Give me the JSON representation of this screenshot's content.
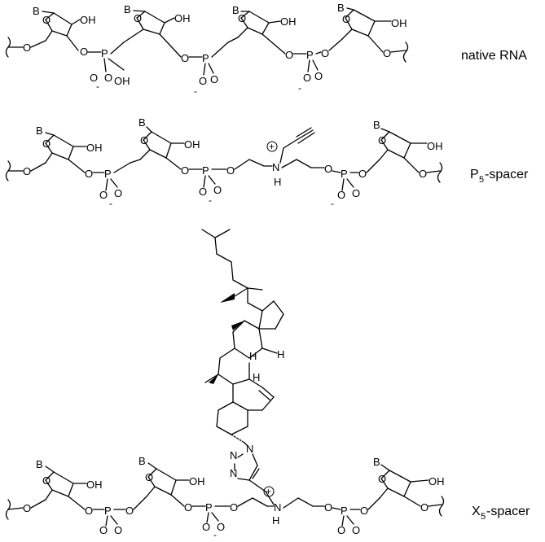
{
  "atoms": {
    "base": "B",
    "oxygen": "O",
    "hydroxyl": "OH",
    "phosphorus": "P",
    "minus": "-",
    "nitrogen": "N",
    "hydrogen": "H",
    "plus": "+"
  },
  "labels": {
    "native": "native RNA",
    "p5_main": "P",
    "p5_sub": "5",
    "p5_rest": "-spacer",
    "x5_main": "X",
    "x5_sub": "5",
    "x5_rest": "-spacer"
  }
}
